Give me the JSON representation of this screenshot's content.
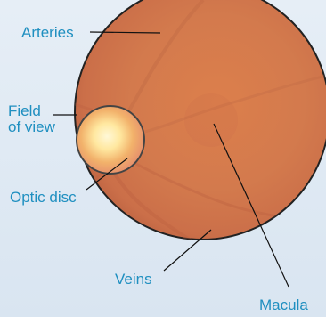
{
  "labels": {
    "arteries": "Arteries",
    "field_of_view_line1": "Field",
    "field_of_view_line2": "of view",
    "optic_disc": "Optic disc",
    "veins": "Veins",
    "macula": "Macula"
  },
  "colors": {
    "label_text": "#1f8fc0",
    "leader_line": "#111111",
    "background": "#dfe9f3",
    "fundus_center": "#d67b49",
    "fundus_edge": "#c56b45",
    "optic_disc_center": "#fff7d6",
    "optic_disc_outer": "#ea9a74",
    "outline": "#222222"
  }
}
